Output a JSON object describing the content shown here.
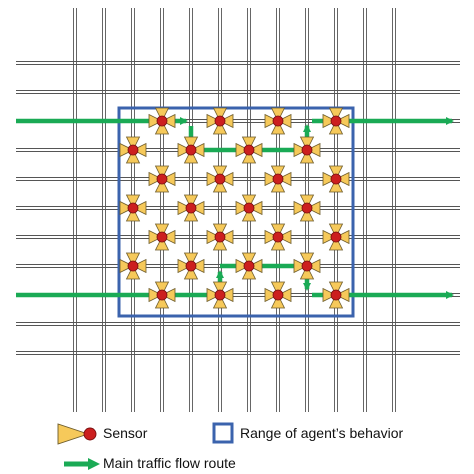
{
  "colors": {
    "grid": "#555555",
    "boundary": "#3b63ad",
    "route": "#1aaa55",
    "sensor_fan": "#f6c95a",
    "sensor_outline": "#6b5a2a",
    "sensor_node": "#cc1f1f"
  },
  "legend": {
    "sensor_label": "Sensor",
    "range_label": "Range of agent’s behavior",
    "route_label": "Main traffic flow route"
  },
  "icons": [
    "sensor-icon",
    "range-box-icon",
    "route-arrow-icon"
  ]
}
